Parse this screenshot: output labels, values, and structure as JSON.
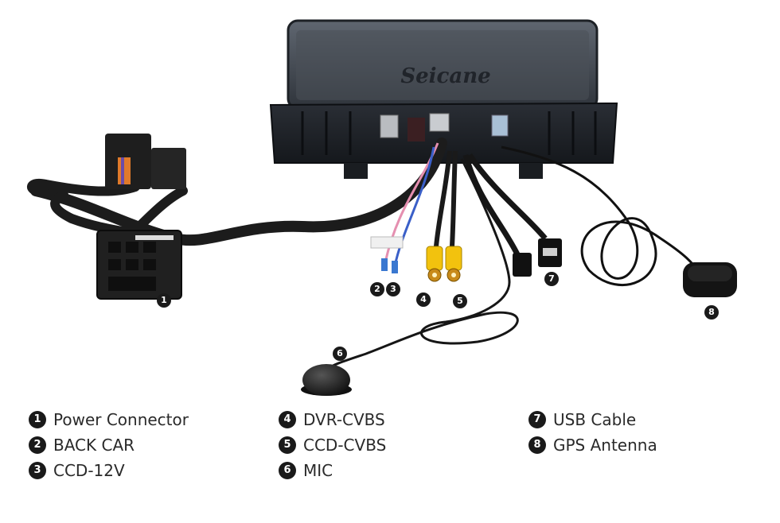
{
  "device": {
    "brand_logo": "Seicane"
  },
  "badges": [
    "1",
    "2",
    "3",
    "4",
    "5",
    "6",
    "7",
    "8"
  ],
  "legend": {
    "col1": [
      {
        "num": "1",
        "label": "Power Connector"
      },
      {
        "num": "2",
        "label": "BACK CAR"
      },
      {
        "num": "3",
        "label": "CCD-12V"
      }
    ],
    "col2": [
      {
        "num": "4",
        "label": "DVR-CVBS"
      },
      {
        "num": "5",
        "label": "CCD-CVBS"
      },
      {
        "num": "6",
        "label": "MIC"
      }
    ],
    "col3": [
      {
        "num": "7",
        "label": "USB Cable"
      },
      {
        "num": "8",
        "label": "GPS Antenna"
      }
    ]
  }
}
